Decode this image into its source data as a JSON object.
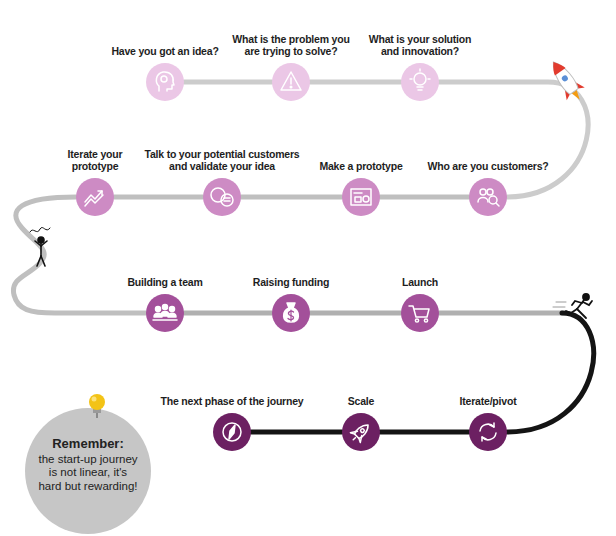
{
  "diagram": {
    "nodes": [
      {
        "text": [
          "Have you got an idea?"
        ]
      },
      {
        "text": [
          "What is the problem you are trying to solve?"
        ]
      },
      {
        "text": [
          "What is your solution and innovation?"
        ]
      },
      {
        "text": [
          "Iterate your prototype"
        ]
      },
      {
        "text": [
          "Talk to your potential customers and validate your idea"
        ]
      },
      {
        "text": [
          "Make a prototype"
        ]
      },
      {
        "text": [
          "Who are you customers?"
        ]
      },
      {
        "text": [
          "Building a team"
        ]
      },
      {
        "text": [
          "Raising funding"
        ]
      },
      {
        "text": [
          "Launch"
        ]
      },
      {
        "text": [
          "The next phase of the journey"
        ]
      },
      {
        "text": [
          "Scale"
        ]
      },
      {
        "text": [
          "Iterate/pivot"
        ]
      },
      {
        "text": [
          "Remember:",
          "the start-up journey is not linear, it's hard but rewarding!"
        ]
      }
    ],
    "edges": [
      {
        "from": 0,
        "to": 1,
        "arrow": "none"
      },
      {
        "from": 1,
        "to": 2,
        "arrow": "none"
      },
      {
        "from": 2,
        "to": 6,
        "arrow": "none"
      },
      {
        "from": 6,
        "to": 5,
        "arrow": "none"
      },
      {
        "from": 5,
        "to": 4,
        "arrow": "none"
      },
      {
        "from": 4,
        "to": 3,
        "arrow": "none"
      },
      {
        "from": 3,
        "to": 7,
        "arrow": "none"
      },
      {
        "from": 7,
        "to": 8,
        "arrow": "none"
      },
      {
        "from": 8,
        "to": 9,
        "arrow": "none"
      },
      {
        "from": 9,
        "to": 12,
        "arrow": "none"
      },
      {
        "from": 12,
        "to": 11,
        "arrow": "none"
      },
      {
        "from": 11,
        "to": 10,
        "arrow": "none"
      }
    ]
  }
}
